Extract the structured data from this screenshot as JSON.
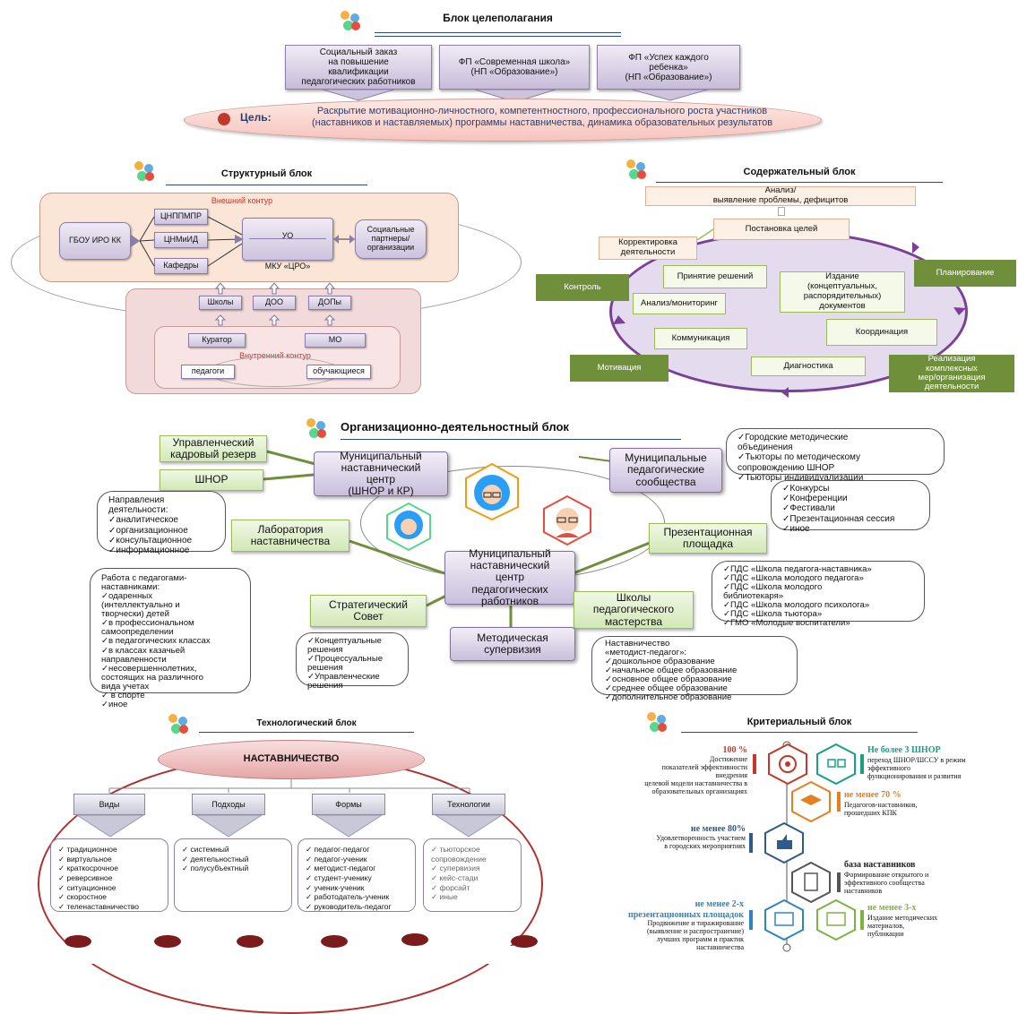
{
  "goal_block": {
    "title": "Блок целеполагания",
    "box1": "Социальный заказ\nна повышение\nквалификации\nпедагогических работников",
    "box2": "ФП «Современная школа»\n(НП «Образование»)",
    "box3": "ФП «Успех каждого\nребенка»\n(НП «Образование»)",
    "goal_label": "Цель:",
    "goal_text": "Раскрытие мотивационно-личностного, компетентностного, профессионального роста участников\n(наставников и наставляемых) программы наставничества, динамика образовательных результатов"
  },
  "structural_block": {
    "title": "Структурный блок",
    "outer_label": "Внешний контур",
    "gbou": "ГБОУ ИРО КК",
    "cnppmpr": "ЦНППМПР",
    "cnmid": "ЦНМиИД",
    "kafedry": "Кафедры",
    "uo": "УО",
    "mku": "МКУ «ЦРО»",
    "partners": "Социальные\nпартнеры/\nорганизации",
    "schools": "Школы",
    "doo": "ДОО",
    "dopy": "ДОПы",
    "curator": "Куратор",
    "mo": "МО",
    "inner_label": "Внутренний контур",
    "teachers": "педагоги",
    "students": "обучающиеся"
  },
  "content_block": {
    "title": "Содержательный блок",
    "analysis": "Анализ/\nвыявление проблемы, дефицитов",
    "goal_setting": "Постановка целей",
    "correction": "Корректировка\nдеятельности",
    "planning": "Планирование",
    "control": "Контроль",
    "decisions": "Принятие решений",
    "publishing": "Издание\n(концептуальных,\nраспорядительных)\nдокументов",
    "monitoring": "Анализ/мониторинг",
    "communication": "Коммуникация",
    "coordination": "Координация",
    "motivation": "Мотивация",
    "diagnostics": "Диагностика",
    "implementation": "Реализация\nкомплексных\nмер/организация\nдеятельности"
  },
  "org_block": {
    "title": "Организационно-деятельностный  блок",
    "reserve": "Управленческий\nкадровый резерв",
    "shnor": "ШНОР",
    "mnc_top": "Муниципальный\nнаставнический\nцентр\n(ШНОР и КР)",
    "mps": "Муниципальные\nпедагогические\nсообщества",
    "mps_list": "✓Городские методические\n   объединения\n✓Тьюторы по методическому\n   сопровождению ШНОР\n✓Тьюторы индивидуализации",
    "directions": "Направления\nдеятельности:\n✓аналитическое\n✓организационное\n✓консультационное\n✓информационное",
    "lab": "Лаборатория\nнаставничества",
    "present": "Презентационная\nплощадка",
    "present_list": "✓Конкурсы\n✓Конференции\n✓Фестивали\n✓Презентационная сессия\n✓иное",
    "center": "Муниципальный\nнаставнический\nцентр\nпедагогических\nработников",
    "work": "Работа с педагогами-\nнаставниками:\n ✓одаренных\n(интеллектуально и\nтворчески) детей\n ✓в профессиональном\nсамоопределении\n ✓в педагогических классах\n ✓в классах казачьей\nнаправленности\n ✓несовершеннолетних,\nсостоящих на различного\nвида учетах\n ✓ в спорте\n ✓иное",
    "strategic": "Стратегический\nСовет",
    "schools_master": "Школы\nпедагогического\nмастерства",
    "schools_list": "✓ПДС «Школа педагога-наставника»\n✓ПДС «Школа молодого педагога»\n✓ПДС                «Школа           молодого\n   библиотекаря»\n✓ПДС «Школа молодого психолога»\n✓ПДС «Школа тьютора»\n✓ГМО «Молодые воспитатели»",
    "strategic_list": "✓Концептуальные\n  решения\n✓Процессуальные\n  решения\n✓Управленческие\n  решения",
    "supervision": "Методическая\nсупервизия",
    "supervision_list": "Наставничество\n«методист-педагог»:\n✓дошкольное образование\n✓начальное общее образование\n✓основное общее образование\n✓среднее общее образование\n✓дополнительное образование"
  },
  "tech_block": {
    "title": "Технологический блок",
    "main": "НАСТАВНИЧЕСТВО",
    "columns": [
      {
        "head": "Виды",
        "list": "✓ традиционное\n✓ виртуальное\n✓ краткосрочное\n✓ реверсивное\n✓ ситуационное\n✓ скоростное\n✓ теленаставничество"
      },
      {
        "head": "Подходы",
        "list": "✓ системный\n✓ деятельностный\n✓ полусубъектный"
      },
      {
        "head": "Формы",
        "list": "✓ педагог-педагог\n✓ педагог-ученик\n✓ методист-педагог\n✓ студент-ученику\n✓ ученик-ученик\n✓ работодатель-ученик\n✓ руководитель-педагог"
      },
      {
        "head": "Технологии",
        "list": "✓ тьюторское\n   сопровождение\n✓ супервизия\n✓ кейс-стади\n✓ форсайт\n✓ иные"
      }
    ]
  },
  "criteria_block": {
    "title": "Критериальный блок",
    "c1_head": "100 %",
    "c1_text": "Достижение\nпоказателей эффективности\nвнедрения\nцелевой модели наставничества в\nобразовательных организациях",
    "c2_head": "Не более 3 ШНОР",
    "c2_text": "переход  ШНОР/ШССУ в режим\nэффективного\nфункционирования и развития",
    "c3_head": "не менее 70 %",
    "c3_text": "Педагогов-наставников,\nпрошедших КПК",
    "c4_head": "не менее 80%",
    "c4_text": "Удовлетворенность участием\nв городских мероприятиях",
    "c5_head": "база наставников",
    "c5_text": "Формирование открытого и\nэффективного сообщества\nнаставников",
    "c6_head": "не менее 2-х\nпрезентационных площадок",
    "c6_text": "Продвижение и тиражирование\n(выявление и распространение)\nлучших программ и практик\nнаставничества",
    "c7_head": "не менее 3-х",
    "c7_text": "Издание методических\nматериалов,\nпубликации"
  },
  "colors": {
    "accent_green": "#9bbb59",
    "olive": "#6f8f3a",
    "purple": "#7b3f98",
    "red": "#c0392b"
  }
}
